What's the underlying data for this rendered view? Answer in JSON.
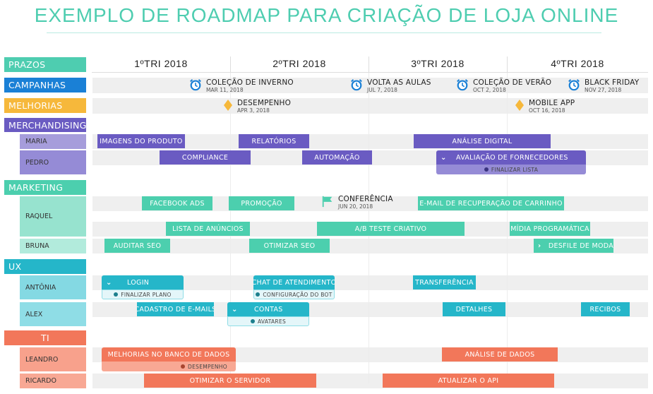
{
  "title": "EXEMPLO DE ROADMAP PARA CRIAÇÃO DE LOJA ONLINE",
  "colors": {
    "teal": "#4ecdb0",
    "blue": "#1a80d6",
    "orange": "#f6b83b",
    "purple": "#6a5bc2",
    "marketing": "#4ccfae",
    "ux": "#25b6c9",
    "ti": "#f2775a"
  },
  "quarters": [
    "1ºTRI 2018",
    "2ºTRI 2018",
    "3ºTRI 2018",
    "4ºTRI 2018"
  ],
  "categories": {
    "prazos": "PRAZOS",
    "campanhas": "CAMPANHAS",
    "melhorias": "MELHORIAS",
    "merchandising": "MERCHANDISING",
    "marketing": "MARKETING",
    "ux": "UX",
    "ti": "TI"
  },
  "people": {
    "maria": "MARIA",
    "pedro": "PEDRO",
    "raquel": "RAQUEL",
    "bruna": "BRUNA",
    "antonia": "ANTÔNIA",
    "alex": "ALEX",
    "leandro": "LEANDRO",
    "ricardo": "RICARDO"
  },
  "campanhas": [
    {
      "icon": "alarm-clock-icon",
      "label": "COLEÇÃO DE INVERNO",
      "date": "MAR 11, 2018"
    },
    {
      "icon": "alarm-clock-icon",
      "label": "VOLTA AS AULAS",
      "date": "JUL 7, 2018"
    },
    {
      "icon": "alarm-clock-icon",
      "label": "COLEÇÃO DE VERÃO",
      "date": "OCT 2, 2018"
    },
    {
      "icon": "alarm-clock-icon",
      "label": "BLACK FRIDAY",
      "date": "NOV 27, 2018"
    }
  ],
  "melhorias": [
    {
      "icon": "diamond-icon",
      "label": "DESEMPENHO",
      "date": "APR 3, 2018"
    },
    {
      "icon": "diamond-icon",
      "label": "MOBILE APP",
      "date": "OCT 16, 2018"
    }
  ],
  "conferencia": {
    "icon": "flag-icon",
    "label": "CONFERÊNCIA",
    "date": "JUN 20, 2018"
  },
  "tasks": {
    "maria": [
      "IMAGENS DO PRODUTO",
      "RELATÓRIOS",
      "ANÁLISE DIGITAL"
    ],
    "pedro": [
      "COMPLIANCE",
      "AUTOMAÇÃO",
      "AVALIAÇÃO DE FORNECEDORES"
    ],
    "pedro_sub": "FINALIZAR LISTA",
    "raquel1": [
      "FACEBOOK ADS",
      "PROMOÇÃO",
      "E-MAIL DE RECUPERAÇÃO DE CARRINHO"
    ],
    "raquel2": [
      "LISTA DE ANÚNCIOS",
      "A/B TESTE CRIATIVO",
      "MÍDIA PROGRAMÁTICA"
    ],
    "bruna": [
      "AUDITAR SEO",
      "OTIMIZAR SEO",
      "DESFILE DE MODA"
    ],
    "antonia": [
      "LOGIN",
      "CHAT DE ATENDIMENTO",
      "TRANSFERÊNCIA"
    ],
    "antonia_sub": [
      "FINALIZAR PLANO",
      "CONFIGURAÇÃO DO BOT"
    ],
    "alex": [
      "CADASTRO DE E-MAILS",
      "CONTAS",
      "DETALHES",
      "RECIBOS"
    ],
    "alex_sub": "AVATARES",
    "leandro": [
      "MELHORIAS NO BANCO DE DADOS",
      "ANÁLISE DE DADOS"
    ],
    "leandro_sub": "DESEMPENHO",
    "ricardo": [
      "OTIMIZAR O SERVIDOR",
      "ATUALIZAR O API"
    ]
  }
}
